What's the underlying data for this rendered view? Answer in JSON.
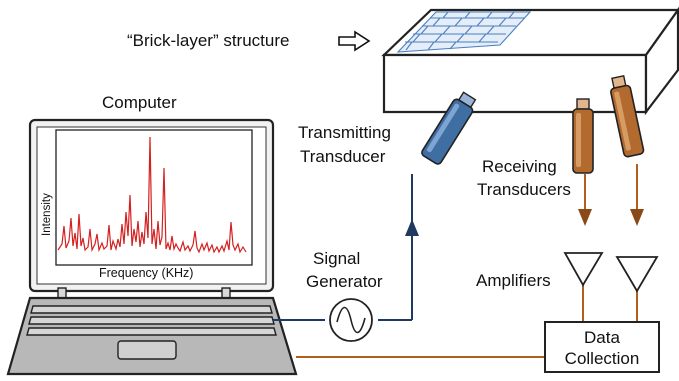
{
  "labels": {
    "brick_layer": "“Brick-layer” structure",
    "computer": "Computer",
    "transmitting_line1": "Transmitting",
    "transmitting_line2": "Transducer",
    "receiving_line1": "Receiving",
    "receiving_line2": "Transducers",
    "signal_line1": "Signal",
    "signal_line2": "Generator",
    "amplifiers": "Amplifiers",
    "data_line1": "Data",
    "data_line2": "Collection",
    "plot_ylabel": "Intensity",
    "plot_xlabel": "Frequency (KHz)"
  },
  "colors": {
    "transmit_wire": "#1f3a5f",
    "receive_wire": "#b0601e",
    "transducer_blue": "#3f6ea3",
    "transducer_orange": "#b26a2f",
    "spectrum": "#d42020",
    "brick": "#4a7fc0"
  },
  "icons": {
    "arrow": "right-outline-arrow",
    "signal": "sine-wave",
    "amplifier": "triangle"
  }
}
